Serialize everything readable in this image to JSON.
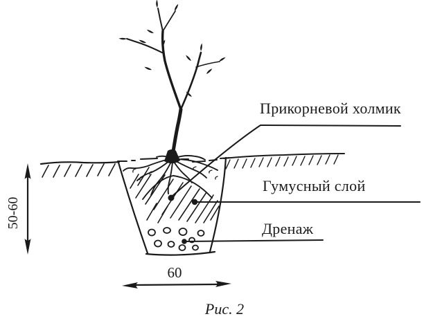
{
  "figure": {
    "caption": "Рис. 2",
    "labels": {
      "mound": "Прикорневой холмик",
      "humus": "Гумусный слой",
      "drainage": "Дренаж"
    },
    "dimensions": {
      "depth": "50-60",
      "width": "60"
    },
    "colors": {
      "ink": "#1a1a1a",
      "background": "#ffffff"
    }
  }
}
